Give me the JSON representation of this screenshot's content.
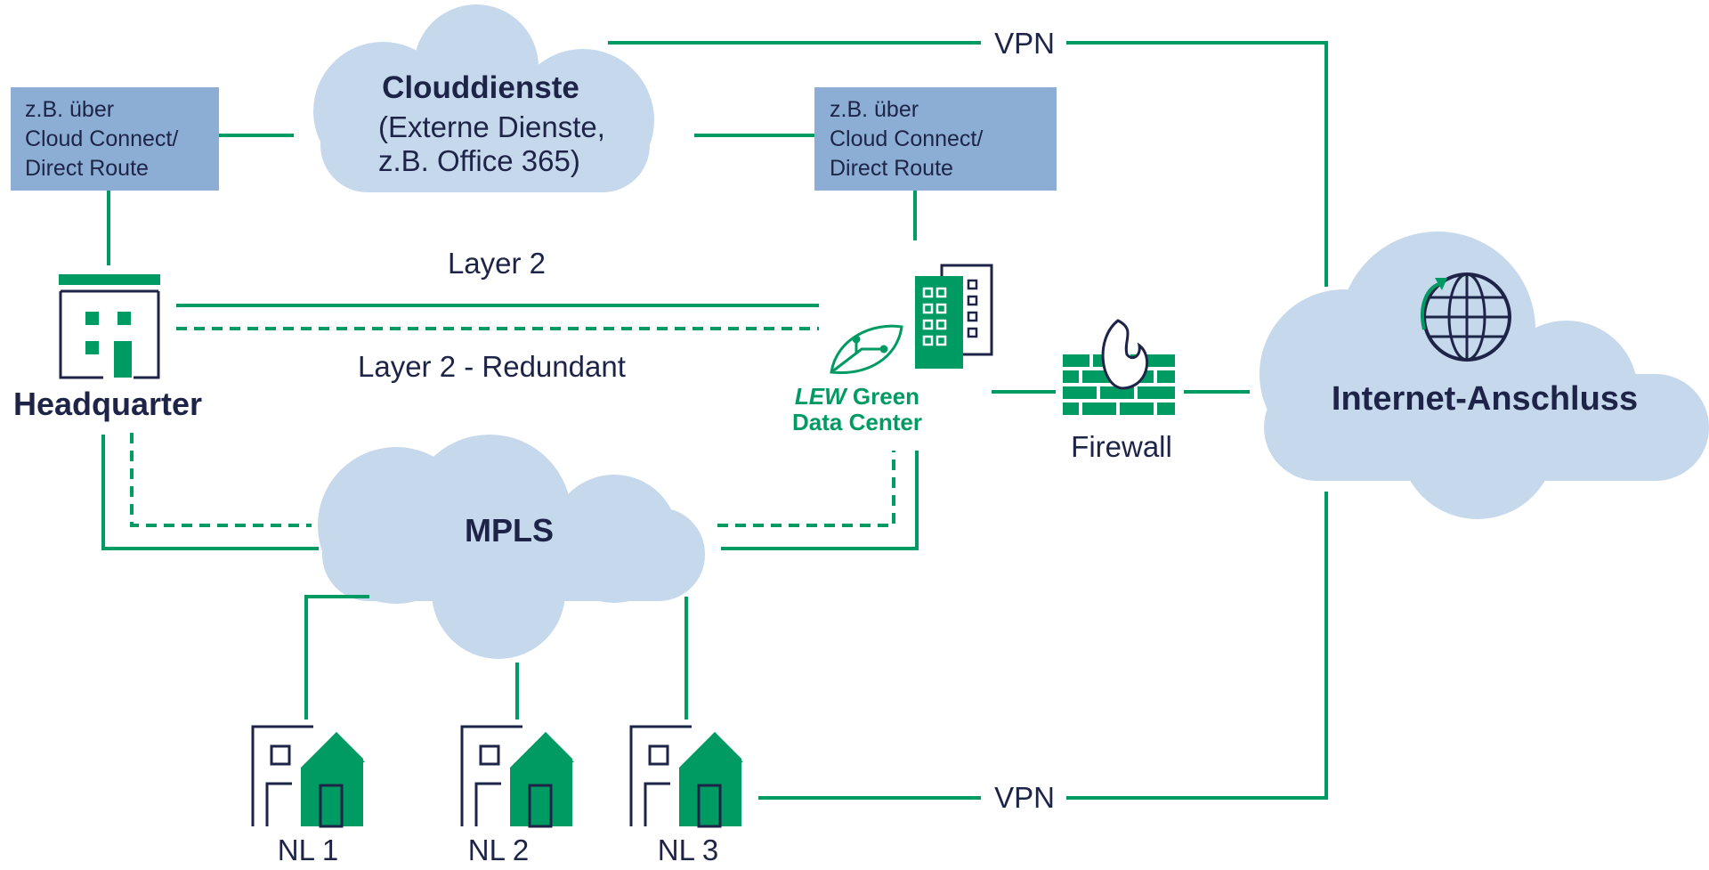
{
  "colors": {
    "green": "#009b62",
    "navy": "#1e2447",
    "cloud": "#c6d8ec",
    "box": "#8caed5",
    "white": "#ffffff"
  },
  "cloud_services": {
    "title": "Clouddienste",
    "line1": "(Externe Dienste,",
    "line2": "z.B. Office 365)"
  },
  "connect_box_left": {
    "line1": "z.B. über",
    "line2": "Cloud Connect/",
    "line3": "Direct Route"
  },
  "connect_box_right": {
    "line1": "z.B. über",
    "line2": "Cloud Connect/",
    "line3": "Direct Route"
  },
  "vpn_top": "VPN",
  "vpn_bottom": "VPN",
  "layer2": "Layer 2",
  "layer2_redundant": "Layer 2  - Redundant",
  "headquarter": "Headquarter",
  "data_center": {
    "brand": "LEW",
    "word": "Green",
    "line2": "Data Center",
    "icon": "leaf-circuit-icon"
  },
  "firewall": {
    "label": "Firewall",
    "icon": "firewall-icon"
  },
  "internet": {
    "label": "Internet-Anschluss",
    "icon": "globe-icon"
  },
  "mpls": "MPLS",
  "branches": [
    {
      "label": "NL 1",
      "icon": "branch-building-icon"
    },
    {
      "label": "NL 2",
      "icon": "branch-building-icon"
    },
    {
      "label": "NL 3",
      "icon": "branch-building-icon"
    }
  ]
}
